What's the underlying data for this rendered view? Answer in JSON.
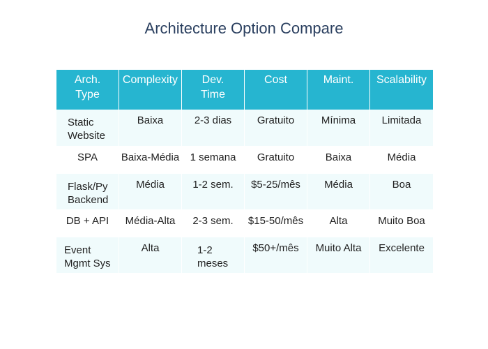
{
  "chart_data": {
    "type": "table",
    "title": "Architecture Option Compare",
    "columns": [
      "Arch.\nType",
      "Complexity",
      "Dev.\nTime",
      "Cost",
      "Maint.",
      "Scalability"
    ],
    "rows": [
      [
        "Static\nWebsite",
        "Baixa",
        "2-3 dias",
        "Gratuito",
        "Mínima",
        "Limitada"
      ],
      [
        "SPA",
        "Baixa-Média",
        "1 semana",
        "Gratuito",
        "Baixa",
        "Média"
      ],
      [
        "Flask/Py\nBackend",
        "Média",
        "1-2 sem.",
        "$5-25/mês",
        "Média",
        "Boa"
      ],
      [
        "DB + API",
        "Média-Alta",
        "2-3 sem.",
        "$15-50/mês",
        "Alta",
        "Muito Boa"
      ],
      [
        "Event\nMgmt Sys",
        "Alta",
        "1-2\nmeses",
        "$50+/mês",
        "Muito Alta",
        "Excelente"
      ]
    ],
    "header_color": "#26b5d0",
    "row_colors": [
      "#f0fbfc",
      "#ffffff"
    ]
  }
}
